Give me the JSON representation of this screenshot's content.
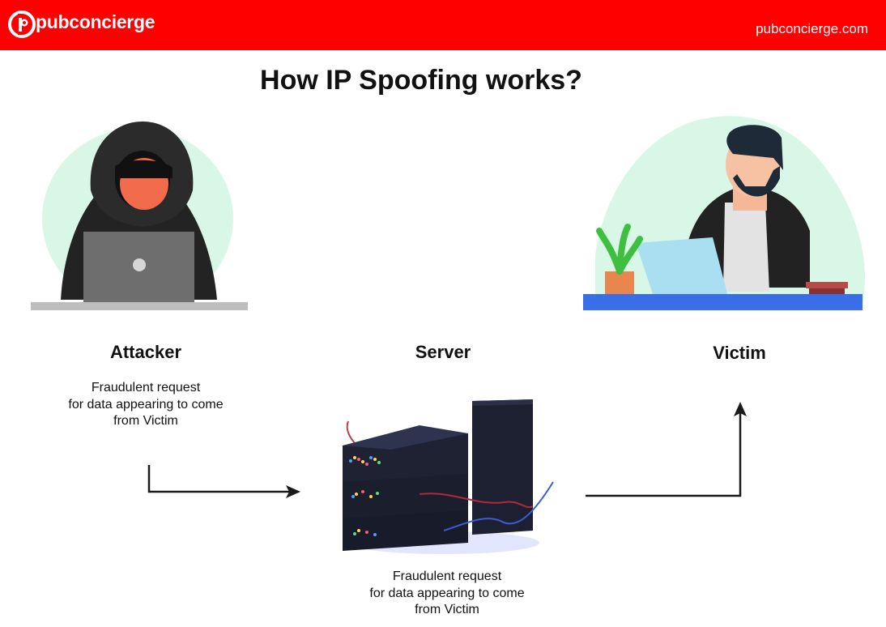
{
  "header": {
    "brand": "pubconcierge",
    "website": "pubconcierge.com"
  },
  "title": "How IP Spoofing works?",
  "nodes": {
    "attacker": {
      "label": "Attacker",
      "description": "Fraudulent request\nfor data appearing to come\nfrom Victim"
    },
    "server": {
      "label": "Server",
      "description": "Fraudulent request\nfor data appearing to come\nfrom Victim"
    },
    "victim": {
      "label": "Victim"
    }
  },
  "colors": {
    "brand_red": "#ff0000",
    "blob_green": "#d9f7e6",
    "desk_blue": "#3a6ee8",
    "arrow": "#1a1a1a"
  },
  "icons": [
    "pubconcierge-logo-icon",
    "hacker-illustration",
    "server-rack-illustration",
    "office-worker-illustration"
  ]
}
